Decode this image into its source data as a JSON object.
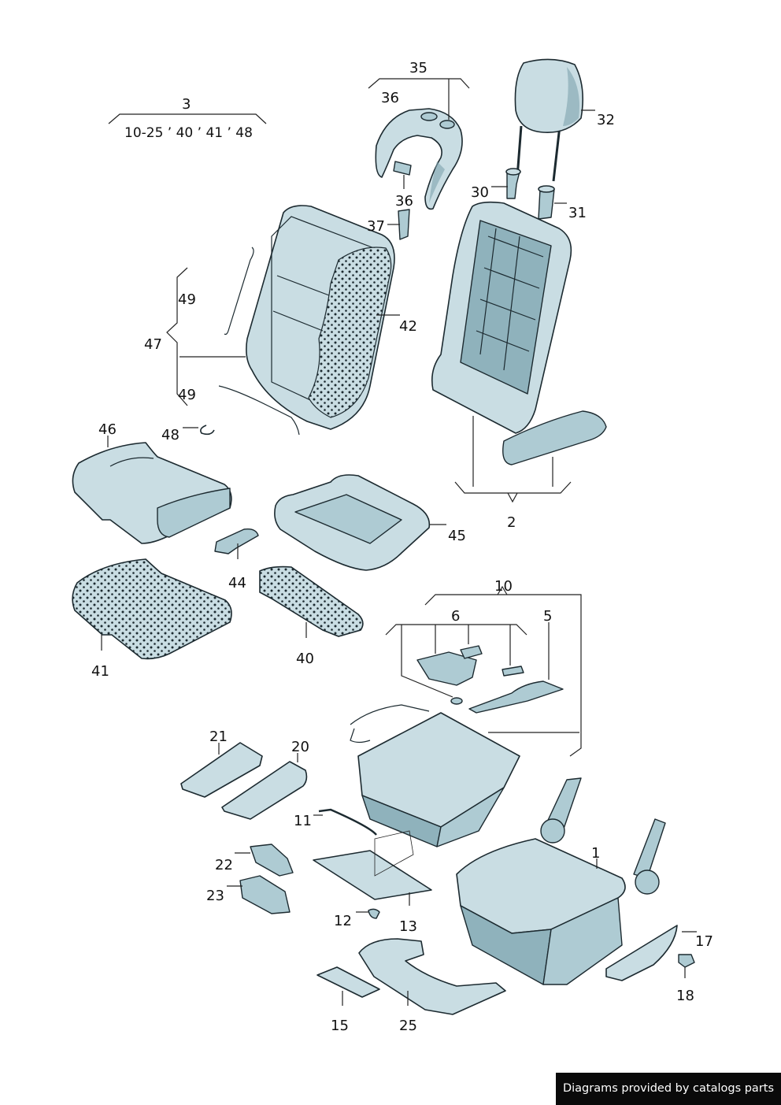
{
  "labels": {
    "l1": "1",
    "l2": "2",
    "l3": "3",
    "l3sub": "10-25  ’ 40 ’ 41 ’ 48",
    "l5": "5",
    "l6": "6",
    "l10": "10",
    "l11": "11",
    "l12": "12",
    "l13": "13",
    "l15": "15",
    "l17": "17",
    "l18": "18",
    "l20": "20",
    "l21": "21",
    "l22": "22",
    "l23": "23",
    "l25": "25",
    "l30": "30",
    "l31": "31",
    "l32": "32",
    "l35": "35",
    "l36a": "36",
    "l36b": "36",
    "l37": "37",
    "l40": "40",
    "l41": "41",
    "l42": "42",
    "l44": "44",
    "l45": "45",
    "l46": "46",
    "l47": "47",
    "l48": "48",
    "l49a": "49",
    "l49b": "49"
  },
  "footer": {
    "text": "Diagrams provided by catalogs parts"
  },
  "colors": {
    "part_fill": "#c9dde3",
    "part_dark": "#8fb2bc",
    "outline": "#1c2a30",
    "footer_bg": "#0a0a0a"
  }
}
